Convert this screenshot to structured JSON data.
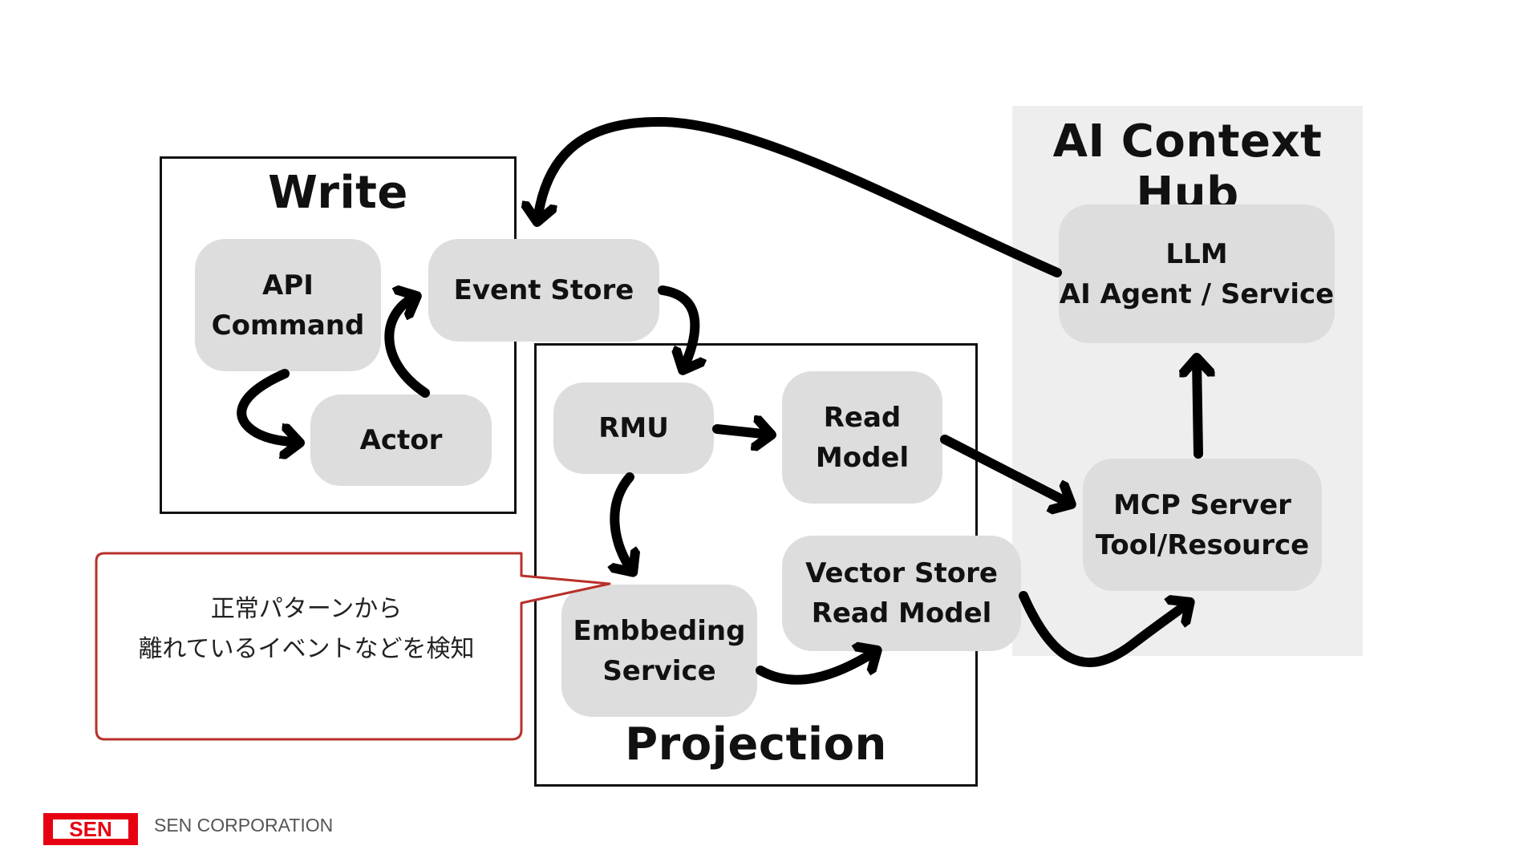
{
  "panels": {
    "write_title": "Write",
    "projection_title": "Projection",
    "hub_title": "AI Context Hub"
  },
  "nodes": {
    "api_command": [
      "API",
      "Command"
    ],
    "actor": [
      "Actor"
    ],
    "event_store": [
      "Event Store"
    ],
    "rmu": [
      "RMU"
    ],
    "read_model": [
      "Read",
      "Model"
    ],
    "embedding_service": [
      "Embbeding",
      "Service"
    ],
    "vector_store": [
      "Vector Store",
      "Read Model"
    ],
    "llm": [
      "LLM",
      "AI Agent / Service"
    ],
    "mcp_server": [
      "MCP Server",
      "Tool/Resource"
    ]
  },
  "callout": {
    "lines": [
      "正常パターンから",
      "離れているイベントなどを検知"
    ]
  },
  "footer": {
    "logo_mark": "SEN",
    "company": "SEN CORPORATION"
  },
  "colors": {
    "node_fill": "#dddddd",
    "hub_fill": "#eeeeee",
    "callout_border": "#b8302a",
    "logo_red": "#e60012"
  }
}
